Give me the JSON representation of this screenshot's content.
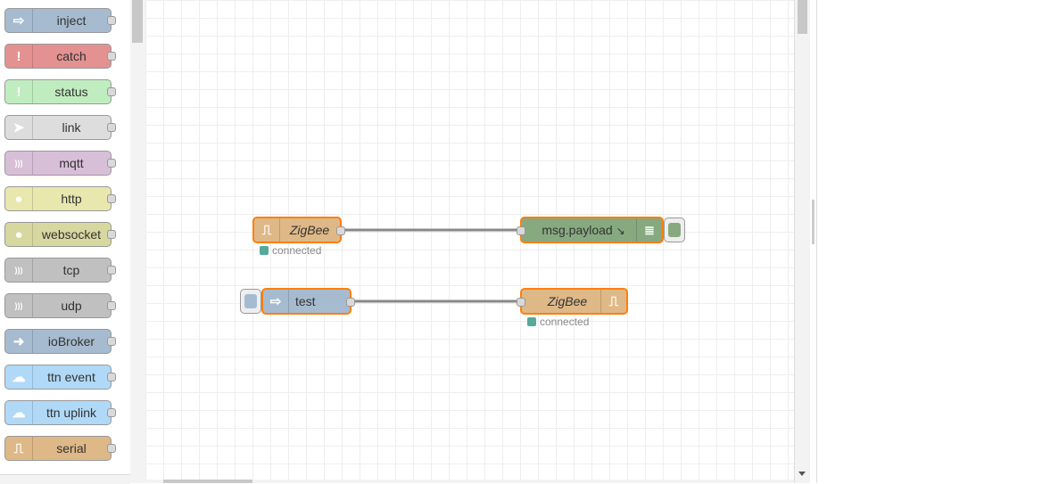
{
  "palette": {
    "nodes": [
      {
        "label": "inject",
        "color": "#a6bbcf",
        "icon": "arrow-right-icon",
        "glyph": "⇨"
      },
      {
        "label": "catch",
        "color": "#e49191",
        "icon": "exclamation-icon",
        "glyph": "!"
      },
      {
        "label": "status",
        "color": "#c0edc0",
        "icon": "exclamation-icon",
        "glyph": "!"
      },
      {
        "label": "link",
        "color": "#dddddd",
        "icon": "link-arrow-icon",
        "glyph": "➤"
      },
      {
        "label": "mqtt",
        "color": "#d8bfd8",
        "icon": "radio-waves-icon",
        "glyph": ")))"
      },
      {
        "label": "http",
        "color": "#e7e7ae",
        "icon": "globe-icon",
        "glyph": "●"
      },
      {
        "label": "websocket",
        "color": "#d7d7a0",
        "icon": "globe-icon",
        "glyph": "●"
      },
      {
        "label": "tcp",
        "color": "#c0c0c0",
        "icon": "radio-waves-icon",
        "glyph": ")))"
      },
      {
        "label": "udp",
        "color": "#c0c0c0",
        "icon": "radio-waves-icon",
        "glyph": ")))"
      },
      {
        "label": "ioBroker",
        "color": "#a6bbcf",
        "icon": "arrow-right-icon",
        "glyph": "➜"
      },
      {
        "label": "ttn event",
        "color": "#b0d9f7",
        "icon": "cloud-icon",
        "glyph": "☁"
      },
      {
        "label": "ttn uplink",
        "color": "#b0d9f7",
        "icon": "cloud-icon",
        "glyph": "☁"
      },
      {
        "label": "serial",
        "color": "#deb887",
        "icon": "serial-wave-icon",
        "glyph": "⎍"
      }
    ]
  },
  "flow": {
    "zigbee_in": {
      "label": "ZigBee",
      "color": "#deb887",
      "status": "connected",
      "status_color": "#5a9"
    },
    "debug": {
      "label": "msg.payload",
      "color": "#87a980",
      "icon": "list-icon"
    },
    "inject": {
      "label": "test",
      "color": "#a6bbcf"
    },
    "zigbee_out": {
      "label": "ZigBee",
      "color": "#deb887",
      "status": "connected",
      "status_color": "#5a9"
    }
  }
}
